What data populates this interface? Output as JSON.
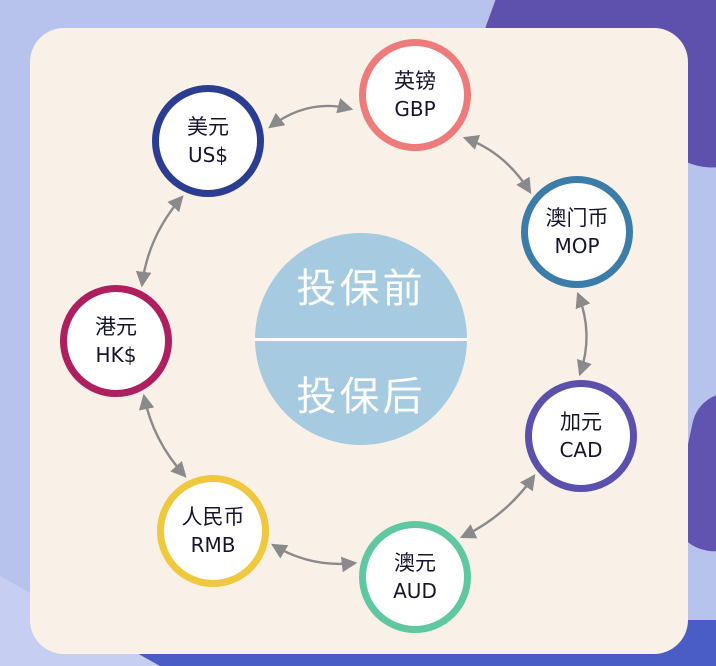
{
  "page": {
    "background_color": "#b7c3ec",
    "card_color": "#f9f1e8"
  },
  "decor": {
    "corner_blob_color": "#5e50ad",
    "side_blob_color": "#6153b0",
    "bottom_band_color": "#4a5dc6",
    "bottom_left_triangle_color": "#c6cff2"
  },
  "center": {
    "line_top": "投保前",
    "line_bottom": "投保后",
    "circle_color": "#a6cbe1",
    "text_color": "#ffffff"
  },
  "arrows": {
    "color": "#8a8a8a"
  },
  "currencies": [
    {
      "name": "英镑",
      "code": "GBP",
      "ring_color": "#ee7b7b"
    },
    {
      "name": "澳门币",
      "code": "MOP",
      "ring_color": "#3b7ca8"
    },
    {
      "name": "加元",
      "code": "CAD",
      "ring_color": "#5b51ad"
    },
    {
      "name": "澳元",
      "code": "AUD",
      "ring_color": "#5fc8a1"
    },
    {
      "name": "人民币",
      "code": "RMB",
      "ring_color": "#efc83f"
    },
    {
      "name": "港元",
      "code": "HK$",
      "ring_color": "#ad1f5e"
    },
    {
      "name": "美元",
      "code": "US$",
      "ring_color": "#2b3d91"
    }
  ]
}
